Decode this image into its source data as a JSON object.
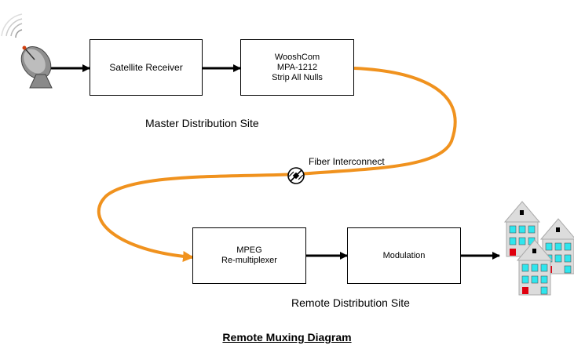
{
  "boxes": {
    "satellite_receiver": {
      "label": "Satellite Receiver"
    },
    "wooshcom": {
      "lines": [
        "WooshCom",
        "MPA-1212",
        "Strip All Nulls"
      ]
    },
    "remux": {
      "lines": [
        "MPEG",
        "Re-multiplexer"
      ]
    },
    "modulation": {
      "label": "Modulation"
    }
  },
  "labels": {
    "master_site": "Master Distribution Site",
    "remote_site": "Remote Distribution Site",
    "fiber": "Fiber Interconnect"
  },
  "caption": "Remote Muxing Diagram",
  "colors": {
    "fiber": "#F0921E",
    "arrow": "#000000",
    "house_wall": "#DCDCDC",
    "house_window": "#2FE6EE",
    "house_chimney": "#E0000F"
  },
  "icons": {
    "dish": "satellite-dish-icon",
    "connector": "fiber-connector-icon",
    "houses": "houses-icon"
  }
}
